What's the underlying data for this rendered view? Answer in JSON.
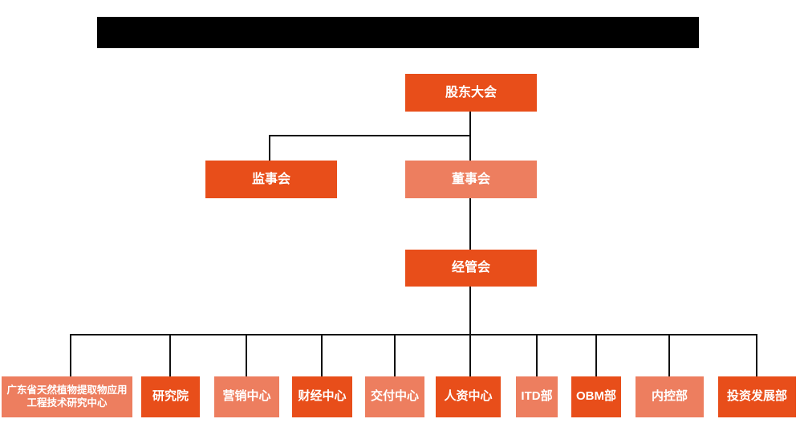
{
  "colors": {
    "primary": "#E84E1A",
    "secondary": "#ED7E5F",
    "line": "#111111",
    "node_text": "#FFFFFF",
    "redaction_bar": "#000000",
    "background": "#FFFFFF"
  },
  "org_chart": {
    "root": {
      "label": "股东大会",
      "variant": "primary"
    },
    "level2": [
      {
        "label": "监事会",
        "variant": "primary"
      },
      {
        "label": "董事会",
        "variant": "secondary"
      }
    ],
    "level3": {
      "label": "经管会",
      "variant": "primary"
    },
    "departments": [
      {
        "label": "广东省天然植物提取物应用工程技术研究中心",
        "variant": "secondary"
      },
      {
        "label": "研究院",
        "variant": "primary"
      },
      {
        "label": "营销中心",
        "variant": "secondary"
      },
      {
        "label": "财经中心",
        "variant": "primary"
      },
      {
        "label": "交付中心",
        "variant": "secondary"
      },
      {
        "label": "人资中心",
        "variant": "primary"
      },
      {
        "label": "ITD部",
        "variant": "secondary"
      },
      {
        "label": "OBM部",
        "variant": "primary"
      },
      {
        "label": "内控部",
        "variant": "secondary"
      },
      {
        "label": "投资发展部",
        "variant": "primary"
      }
    ]
  }
}
